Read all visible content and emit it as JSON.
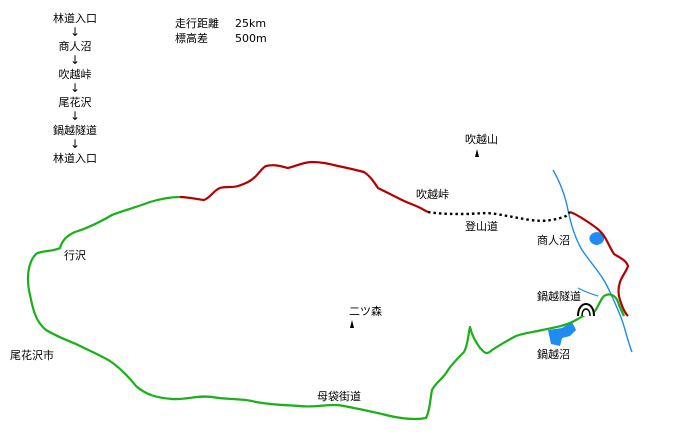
{
  "route_sequence": {
    "steps": [
      "林道入口",
      "商人沼",
      "吹越峠",
      "尾花沢",
      "鍋越隧道",
      "林道入口"
    ],
    "arrow_glyph": "↓"
  },
  "stats": {
    "distance_label": "走行距離",
    "distance_value": "25km",
    "elevation_label": "標高差",
    "elevation_value": "500m"
  },
  "places": {
    "fukikoshi_yama": "吹越山",
    "fukikoshi_toge": "吹越峠",
    "tozando": "登山道",
    "akindonuma": "商人沼",
    "gyozawa": "行沢",
    "futatsumori": "二ツ森",
    "nabekoshi_tunnel": "鍋越隧道",
    "nabekoshi_numa": "鍋越沼",
    "obanazawa_city": "尾花沢市",
    "mofukuro_kaido": "母袋街道"
  },
  "colors": {
    "gravel_road": "#b40000",
    "paved_road": "#19b019",
    "trail": "#000000",
    "river": "#1e8cf0",
    "lake": "#1e8cf0"
  },
  "icons": {
    "peak": "mountain-peak-icon",
    "tunnel": "tunnel-icon",
    "lake": "pond-icon"
  }
}
